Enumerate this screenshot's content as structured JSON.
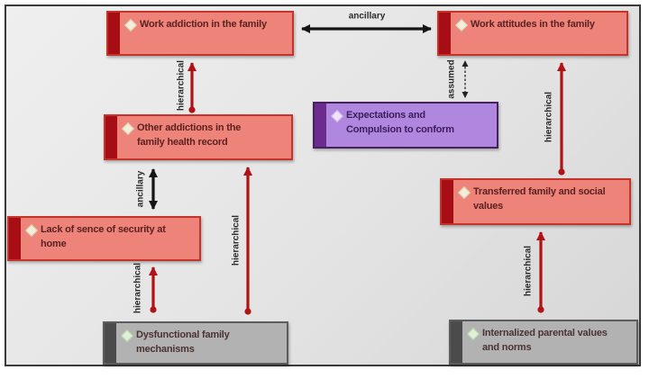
{
  "diagram": {
    "boxes": [
      {
        "id": "work-addiction",
        "label": "Work addiction in the family"
      },
      {
        "id": "work-attitudes",
        "label": "Work attitudes in the family"
      },
      {
        "id": "other-addictions",
        "label": "Other addictions in the\nfamily health record"
      },
      {
        "id": "expectations",
        "label": "Expectations and\nCompulsion to conform"
      },
      {
        "id": "lack-security",
        "label": "Lack of sence of security at\nhome"
      },
      {
        "id": "transferred",
        "label": "Transferred family and social\nvalues"
      },
      {
        "id": "dysfunctional",
        "label": "Dysfunctional family\nmechanisms"
      },
      {
        "id": "internalized",
        "label": "Internalized parental values\nand norms"
      }
    ],
    "edges": [
      {
        "label": "ancillary",
        "type": "ancillary",
        "from": "work-addiction",
        "to": "work-attitudes"
      },
      {
        "label": "hierarchical",
        "type": "hierarchical",
        "from": "other-addictions",
        "to": "work-addiction"
      },
      {
        "label": "assumed",
        "type": "assumed",
        "from": "expectations",
        "to": "work-attitudes"
      },
      {
        "label": "hierarchical",
        "type": "hierarchical",
        "from": "transferred",
        "to": "work-attitudes"
      },
      {
        "label": "ancillary",
        "type": "ancillary",
        "from": "other-addictions",
        "to": "lack-security"
      },
      {
        "label": "hierarchical",
        "type": "hierarchical",
        "from": "dysfunctional",
        "to": "lack-security"
      },
      {
        "label": "hierarchical",
        "type": "hierarchical",
        "from": "dysfunctional",
        "to": "other-addictions"
      },
      {
        "label": "hierarchical",
        "type": "hierarchical",
        "from": "internalized",
        "to": "transferred"
      }
    ],
    "colors": {
      "salmon_fill": "#ee8379",
      "salmon_bar": "#a60d14",
      "purple_fill": "#b087de",
      "purple_bar": "#6d2b90",
      "gray_fill": "#b2b2b2",
      "gray_bar": "#4b4b4b",
      "red_arrow": "#b11216",
      "black_arrow": "#151515"
    }
  }
}
